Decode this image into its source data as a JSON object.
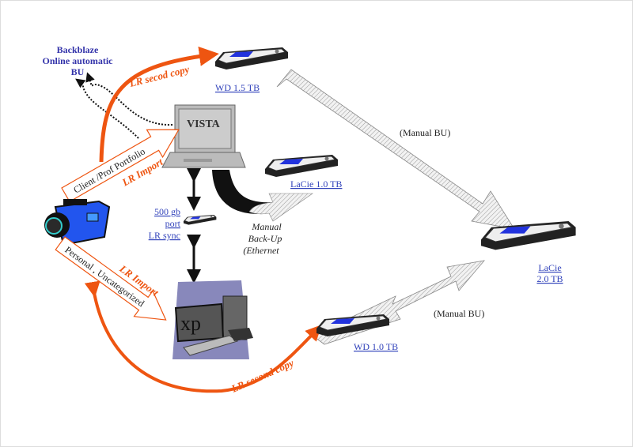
{
  "backblaze": {
    "lines": [
      "Backblaze",
      "Online automatic",
      "BU"
    ]
  },
  "devices": {
    "wd15": {
      "label": "WD 1.5 TB"
    },
    "lacie10": {
      "label": "LaCie 1.0 TB"
    },
    "lacie20": {
      "lines": [
        "LaCie",
        "2.0 TB"
      ]
    },
    "wd10": {
      "label": "WD 1.0 TB"
    },
    "port": {
      "lines": [
        "500 gb",
        "port",
        "LR sync"
      ]
    }
  },
  "computers": {
    "laptop": "VISTA",
    "desktop": "xp"
  },
  "arrows": {
    "lr_second_copy_top": "LR secod copy",
    "lr_second_copy_bottom": "LR second copy",
    "client_portfolio": "Client /Prof  Portfolio",
    "lr_import_top": "LR Import",
    "personal": "Personal , Uncategorized",
    "lr_import_bottom": "LR Import",
    "manual_bu_top": "(Manual BU)",
    "manual_bu_bottom": "(Manual BU)",
    "manual_backup": [
      "Manual",
      "Back-Up",
      "(Ethernet"
    ]
  },
  "colors": {
    "orange": "#ee5511",
    "link": "#3344bb",
    "backblaze": "#3333aa",
    "camera": "#2255ee"
  }
}
